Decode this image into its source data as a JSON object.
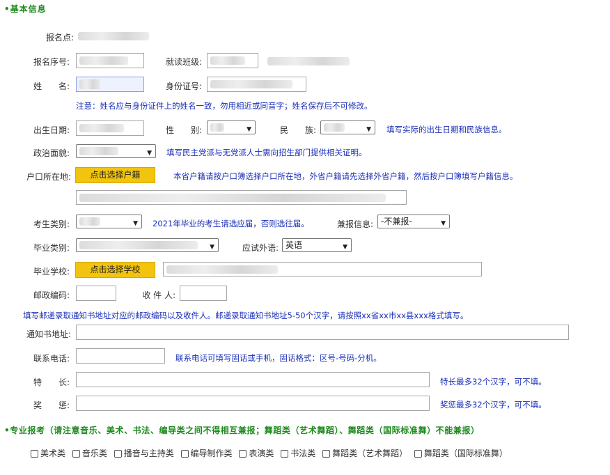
{
  "section_basic": {
    "title": "•基本信息"
  },
  "fields": {
    "site": "报名点:",
    "seq": "报名序号:",
    "class": "就读班级:",
    "name": "姓　　名:",
    "idno": "身份证号:",
    "name_note": "注意：姓名应与身份证件上的姓名一致，勿用相近或同音字；姓名保存后不可修改。",
    "birth": "出生日期:",
    "gender": "性　　别:",
    "ethnic": "民　　族:",
    "birth_note": "填写实际的出生日期和民族信息。",
    "politics": "政治面貌:",
    "politics_note": "填写民主党派与无党派人士需向招生部门提供相关证明。",
    "hukou": "户口所在地:",
    "hukou_button": "点击选择户籍",
    "hukou_note": "本省户籍请按户口簿选择户口所在地，外省户籍请先选择外省户籍，然后按户口簿填写户籍信息。",
    "category": "考生类别:",
    "category_note": "2021年毕业的考生请选应届，否则选往届。",
    "concurrent": "兼报信息:",
    "concurrent_value": "-不兼报-",
    "grad_type": "毕业类别:",
    "language": "应试外语:",
    "language_value": "英语",
    "school": "毕业学校:",
    "school_button": "点击选择学校",
    "postcode": "邮政编码:",
    "recipient": "收 件 人:",
    "mail_note": "填写邮递录取通知书地址对应的邮政编码以及收件人。邮递录取通知书地址5-50个汉字，请按照xx省xx市xx县xxx格式填写。",
    "address": "通知书地址:",
    "phone": "联系电话:",
    "phone_note": "联系电话可填写固话或手机，固话格式：区号-号码-分机。",
    "specialty": "特　　长:",
    "specialty_note": "特长最多32个汉字，可不填。",
    "award": "奖　　惩:",
    "award_note": "奖惩最多32个汉字，可不填。"
  },
  "section_major": {
    "title": "•专业报考（请注意音乐、美术、书法、编导类之间不得相互兼报；舞蹈类（艺术舞蹈）、舞蹈类（国际标准舞）不能兼报）"
  },
  "majors": [
    "美术类",
    "音乐类",
    "播音与主持类",
    "编导制作类",
    "表演类",
    "书法类",
    "舞蹈类（艺术舞蹈）",
    "舞蹈类（国际标准舞）"
  ],
  "colors": {
    "section_green": "#1f8a1f",
    "hint_blue": "#1a2fb8",
    "button_yellow": "#f2c40f"
  }
}
